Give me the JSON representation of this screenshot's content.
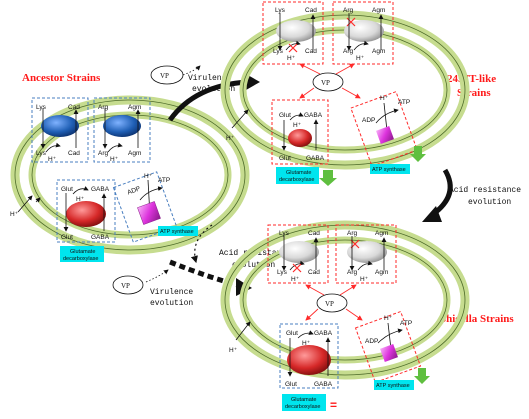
{
  "titles": {
    "ancestor": "Ancestor Strains",
    "t2457": "2457T-like",
    "t2457_line2": "Strains",
    "shigella": "Shigella Strains"
  },
  "arrows": {
    "virulence_line1": "Virulence",
    "virulence_line2": "evolution",
    "acid_line1": "Acid resistance",
    "acid_line2": "evolution"
  },
  "vp": "VP",
  "labels": {
    "lys": "Lys",
    "cad": "Cad",
    "arg": "Arg",
    "agm": "Agm",
    "hplus": "H⁺",
    "glut": "Glut",
    "gaba": "GABA",
    "adp": "ADP",
    "atp": "ATP"
  },
  "tags": {
    "glutamate_line1": "Glutamate",
    "glutamate_line2": "decarboxylase",
    "atp_synthase": "ATP synthase"
  },
  "equals": "=",
  "colors": {
    "title_red": "#ff1a1a",
    "membrane_green": "#c6dc8f",
    "dashed_blue": "#4a7fc0",
    "dashed_red": "#ff2a2a",
    "tag_cyan": "#00e5ee",
    "atp_magenta": "#dd33dd",
    "oval_blue": "#1f5fb5",
    "oval_red": "#d62828",
    "oval_grey": "#d9d9d9",
    "down_arrow_green": "#5fbf3f"
  }
}
